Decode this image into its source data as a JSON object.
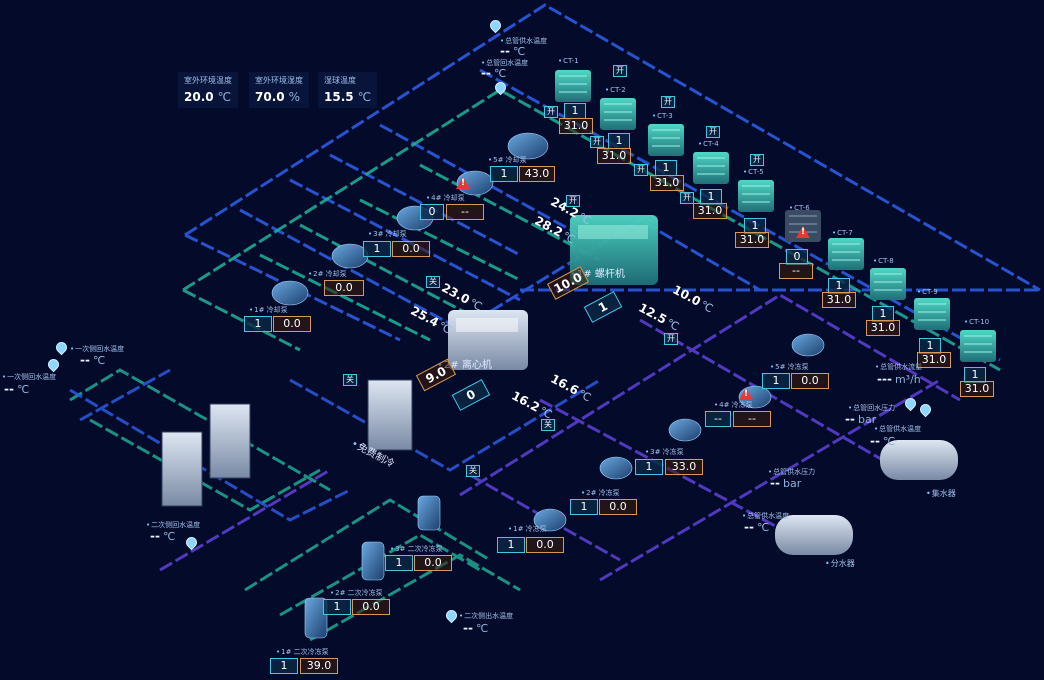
{
  "env": {
    "outdoor_temp": {
      "label": "室外环境温度",
      "value": "20.0",
      "unit": "℃"
    },
    "outdoor_humidity": {
      "label": "室外环境湿度",
      "value": "70.0",
      "unit": "%"
    },
    "wet_bulb": {
      "label": "湿球温度",
      "value": "15.5",
      "unit": "℃"
    }
  },
  "main_pipes": {
    "cool_supply": {
      "label": "总管供水温度",
      "value": "--",
      "unit": "℃"
    },
    "cool_return": {
      "label": "总管回水温度",
      "value": "--",
      "unit": "℃"
    },
    "chill_flow": {
      "label": "总管供水流量",
      "value": "---",
      "unit": "m³/h"
    },
    "chill_return_pressure": {
      "label": "总管回水压力",
      "value": "--",
      "unit": "bar"
    },
    "chill_supply_temp": {
      "label": "总管供水温度",
      "value": "--",
      "unit": "℃"
    },
    "chill_supply_pressure": {
      "label": "总管供水压力",
      "value": "--",
      "unit": "bar"
    },
    "chill_supply_temp2": {
      "label": "总管供水温度",
      "value": "--",
      "unit": "℃"
    },
    "secondary_supply_left": {
      "label": "一次侧回水温度",
      "value": "--",
      "unit": "℃"
    },
    "secondary_supply_far_left": {
      "label": "一次侧回水温度",
      "value": "--",
      "unit": "℃"
    },
    "secondary_return_bottom": {
      "label": "二次侧回水温度",
      "value": "--",
      "unit": "℃"
    },
    "secondary_out": {
      "label": "二次侧出水温度",
      "value": "--",
      "unit": "℃"
    }
  },
  "cooling_towers": [
    {
      "name": "CT-1",
      "switch": "开",
      "run": "1",
      "freq": "31.0",
      "fault": false
    },
    {
      "name": "CT-2",
      "switch": "开",
      "run": "1",
      "freq": "31.0",
      "fault": false
    },
    {
      "name": "CT-3",
      "switch": "开",
      "run": "1",
      "freq": "31.0",
      "fault": false
    },
    {
      "name": "CT-4",
      "switch": "开",
      "run": "1",
      "freq": "31.0",
      "fault": false
    },
    {
      "name": "CT-5",
      "switch": "开",
      "run": "1",
      "freq": "31.0",
      "fault": false
    },
    {
      "name": "CT-6",
      "switch": "",
      "run": "0",
      "freq": "--",
      "fault": true
    },
    {
      "name": "CT-7",
      "switch": "",
      "run": "1",
      "freq": "31.0",
      "fault": false
    },
    {
      "name": "CT-8",
      "switch": "",
      "run": "1",
      "freq": "31.0",
      "fault": false
    },
    {
      "name": "CT-9",
      "switch": "",
      "run": "1",
      "freq": "31.0",
      "fault": false
    },
    {
      "name": "CT-10",
      "switch": "",
      "run": "1",
      "freq": "31.0",
      "fault": false
    }
  ],
  "cooling_pumps": [
    {
      "name": "1# 冷却泵",
      "run": "1",
      "freq": "0.0"
    },
    {
      "name": "2# 冷却泵",
      "run": "",
      "freq": "0.0"
    },
    {
      "name": "3# 冷却泵",
      "run": "1",
      "freq": "0.0"
    },
    {
      "name": "4# 冷却泵",
      "run": "0",
      "freq": "--"
    },
    {
      "name": "5# 冷却泵",
      "run": "1",
      "freq": "43.0"
    }
  ],
  "chilled_pumps": [
    {
      "name": "1# 冷冻泵",
      "run": "1",
      "freq": "0.0"
    },
    {
      "name": "2# 冷冻泵",
      "run": "1",
      "freq": "0.0"
    },
    {
      "name": "3# 冷冻泵",
      "run": "1",
      "freq": "33.0"
    },
    {
      "name": "4# 冷冻泵",
      "run": "--",
      "freq": "--"
    },
    {
      "name": "5# 冷冻泵",
      "run": "1",
      "freq": "0.0"
    }
  ],
  "secondary_pumps": [
    {
      "name": "1# 二次冷冻泵",
      "run": "1",
      "freq": "39.0"
    },
    {
      "name": "2# 二次冷冻泵",
      "run": "1",
      "freq": "0.0"
    },
    {
      "name": "3# 二次冷冻泵",
      "run": "1",
      "freq": "0.0"
    }
  ],
  "chillers": {
    "screw": {
      "name": "1# 螺杆机",
      "load": "10.0",
      "run": "1",
      "t_in_cool": "24.2",
      "t_out_cool": "28.2",
      "t_out_chill": "10.0",
      "t_in_chill": "12.5",
      "switch": "开",
      "switch2": "开"
    },
    "centrifugal": {
      "name": "2# 离心机",
      "load": "9.0",
      "run": "0",
      "t_in_cool": "23.0",
      "t_out_cool": "25.4",
      "t_out_chill": "16.6",
      "t_in_chill": "16.2",
      "switch": "关",
      "switch2": "关"
    }
  },
  "free_cooling": {
    "name": "免费制冷",
    "switch": "关",
    "switch2": "关"
  },
  "headers": {
    "collector": "集水器",
    "distributor": "分水器"
  },
  "units": {
    "celsius": "℃"
  },
  "colors": {
    "bg": "#040a2a",
    "blue_pipe": "#2a5be0",
    "green_pipe": "#1fb39a",
    "purple_pipe": "#5a3fd0",
    "accent": "#3ec8e6"
  }
}
